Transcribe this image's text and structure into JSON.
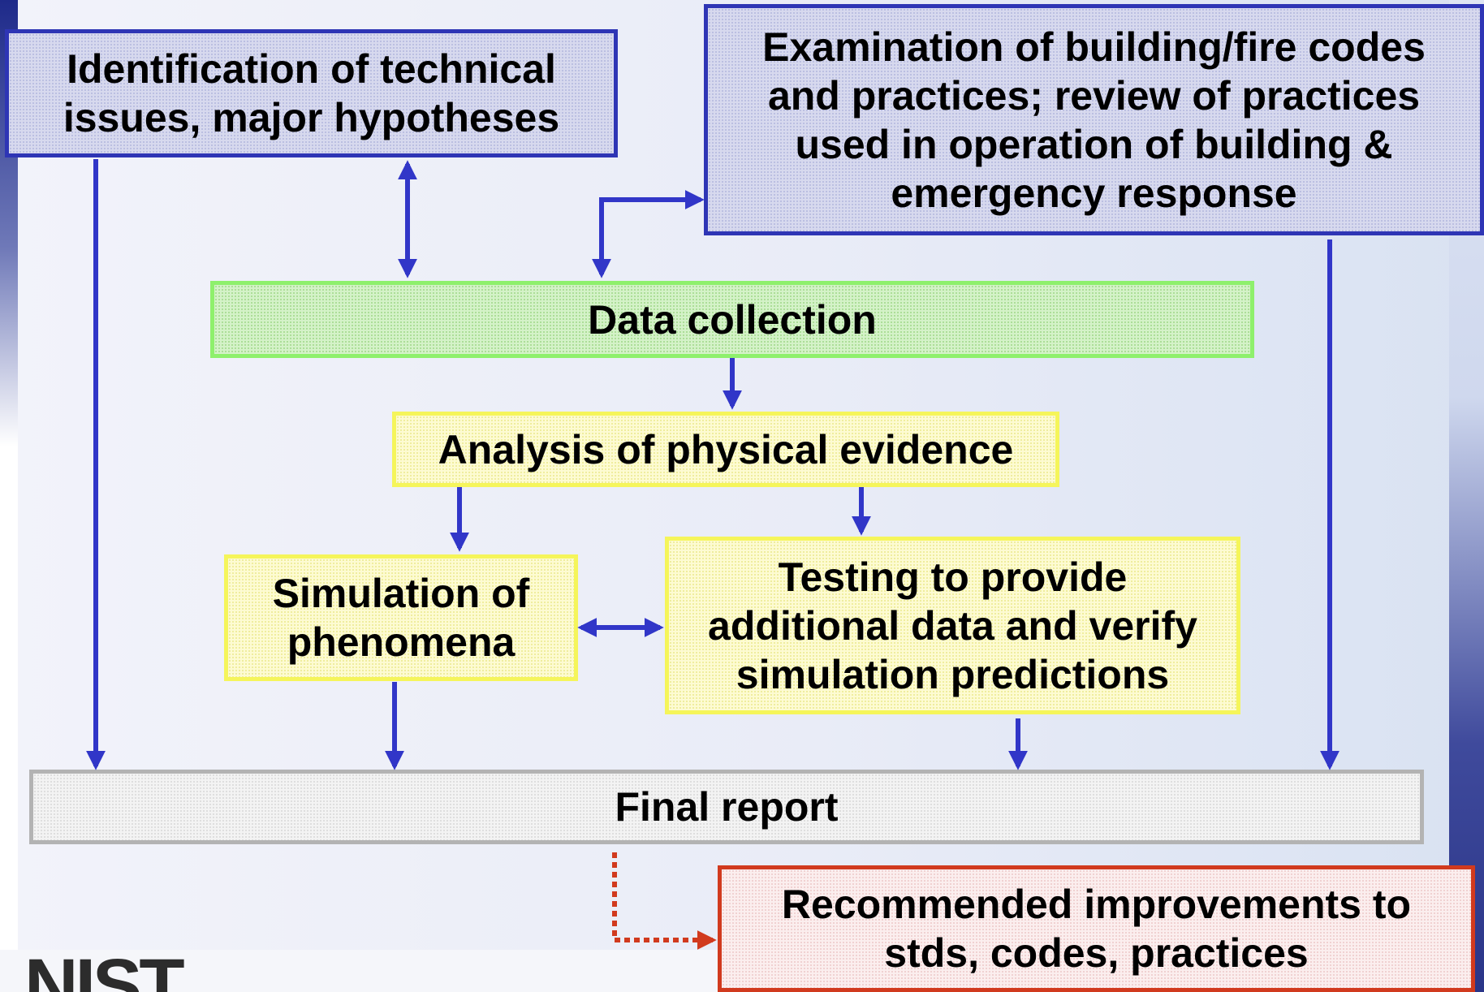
{
  "boxes": {
    "identification": "Identification of technical issues, major hypotheses",
    "examination": "Examination of building/fire codes and practices; review of practices used in operation of building & emergency response",
    "data_collection": "Data collection",
    "analysis": "Analysis of physical evidence",
    "simulation": "Simulation of phenomena",
    "testing": "Testing to provide additional data and verify simulation predictions",
    "final_report": "Final report",
    "recommended": "Recommended improvements to stds, codes, practices"
  },
  "logo": "NIST",
  "colors": {
    "arrow_blue": "#3136c8",
    "arrow_red": "#d13a1e",
    "blue_border": "#2e35b5",
    "green_border": "#8ef06c",
    "yellow_border": "#f5f55a",
    "gray_border": "#b3b3b3",
    "red_border": "#d13a1e"
  }
}
